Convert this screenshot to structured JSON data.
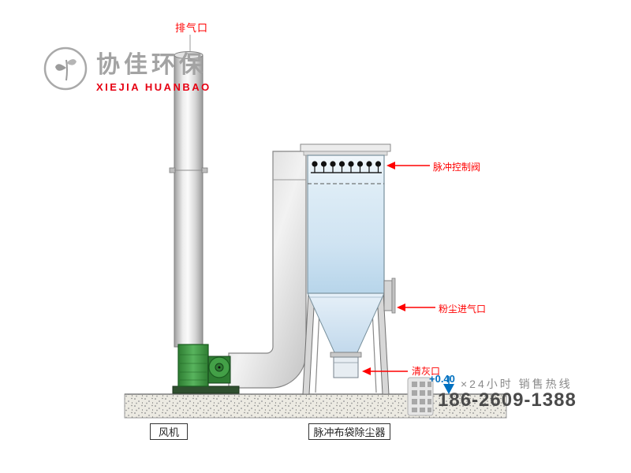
{
  "logo": {
    "name_cn": "协佳环保",
    "name_en": "XIEJIA HUANBAO"
  },
  "labels": {
    "exhaust_outlet": "排气口",
    "pulse_control_valve": "脉冲控制阀",
    "dust_inlet": "粉尘进气口",
    "ash_port": "清灰口",
    "fan": "风机",
    "dust_collector": "脉冲布袋除尘器",
    "elevation": "+0.40"
  },
  "hotline": {
    "caption": "×24小时  销售热线",
    "phone": "186-2609-1388"
  },
  "colors": {
    "label_red": "#ff0000",
    "brand_red": "#e60012",
    "logo_gray": "#a3a3a3",
    "elevation_blue": "#0070c0",
    "fan_green": "#2e7d32",
    "collector_blue": "#cfe3f2",
    "hotline_gray": "#8a8a8a",
    "phone_dark": "#4a4a4a"
  },
  "icons": {
    "logo_mark": "leaf-logo-icon",
    "contact": "phone-keypad-icon",
    "elevation_mark": "elevation-marker-icon"
  }
}
